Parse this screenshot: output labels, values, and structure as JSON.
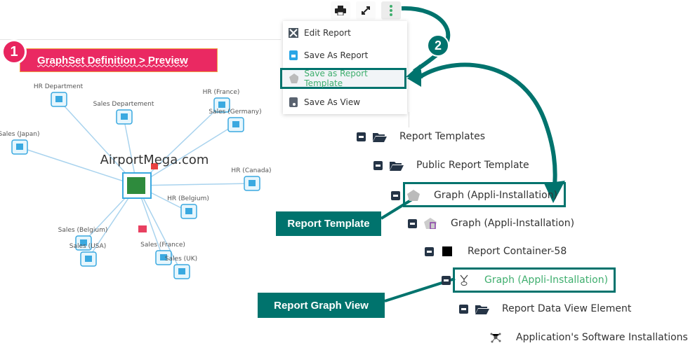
{
  "toolbar": {
    "print_icon": "print-icon",
    "expand_icon": "expand-icon",
    "more_icon": "more-vertical-icon"
  },
  "menu": {
    "items": [
      {
        "label": "Edit Report",
        "icon": "tools-icon"
      },
      {
        "label": "Save As Report",
        "icon": "save-report-icon"
      },
      {
        "label": "Save as Report Template",
        "icon": "pentagon-icon"
      },
      {
        "label": "Save As View",
        "icon": "save-view-icon"
      }
    ]
  },
  "step1": {
    "number": "1",
    "label": "GraphSet Definition > Preview"
  },
  "step2": {
    "number": "2"
  },
  "graph": {
    "center": "AirportMega.com",
    "nodes": [
      "HR Department",
      "Sales Departement",
      "HR (France)",
      "Sales (Germany)",
      "Sales (Japan)",
      "HR (Belgium)",
      "Sales (Belgium)",
      "Sales (France)",
      "HR (Canada)",
      "Sales (USA)",
      "Sales (UK)"
    ]
  },
  "tree": {
    "items": [
      {
        "label": "Report Templates"
      },
      {
        "label": "Public Report Template"
      },
      {
        "label": "Graph (Appli-Installation)"
      },
      {
        "label": "Graph (Appli-Installation)"
      },
      {
        "label": "Report Container-58"
      },
      {
        "label": "Graph (Appli-Installation)"
      },
      {
        "label": "Report Data View Element"
      },
      {
        "label": "Application's Software Installations"
      }
    ]
  },
  "callouts": {
    "template": "Report Template",
    "graph_view": "Report Graph View"
  },
  "colors": {
    "teal": "#00736d",
    "pink": "#ea2962",
    "green_text": "#3fae6e"
  }
}
